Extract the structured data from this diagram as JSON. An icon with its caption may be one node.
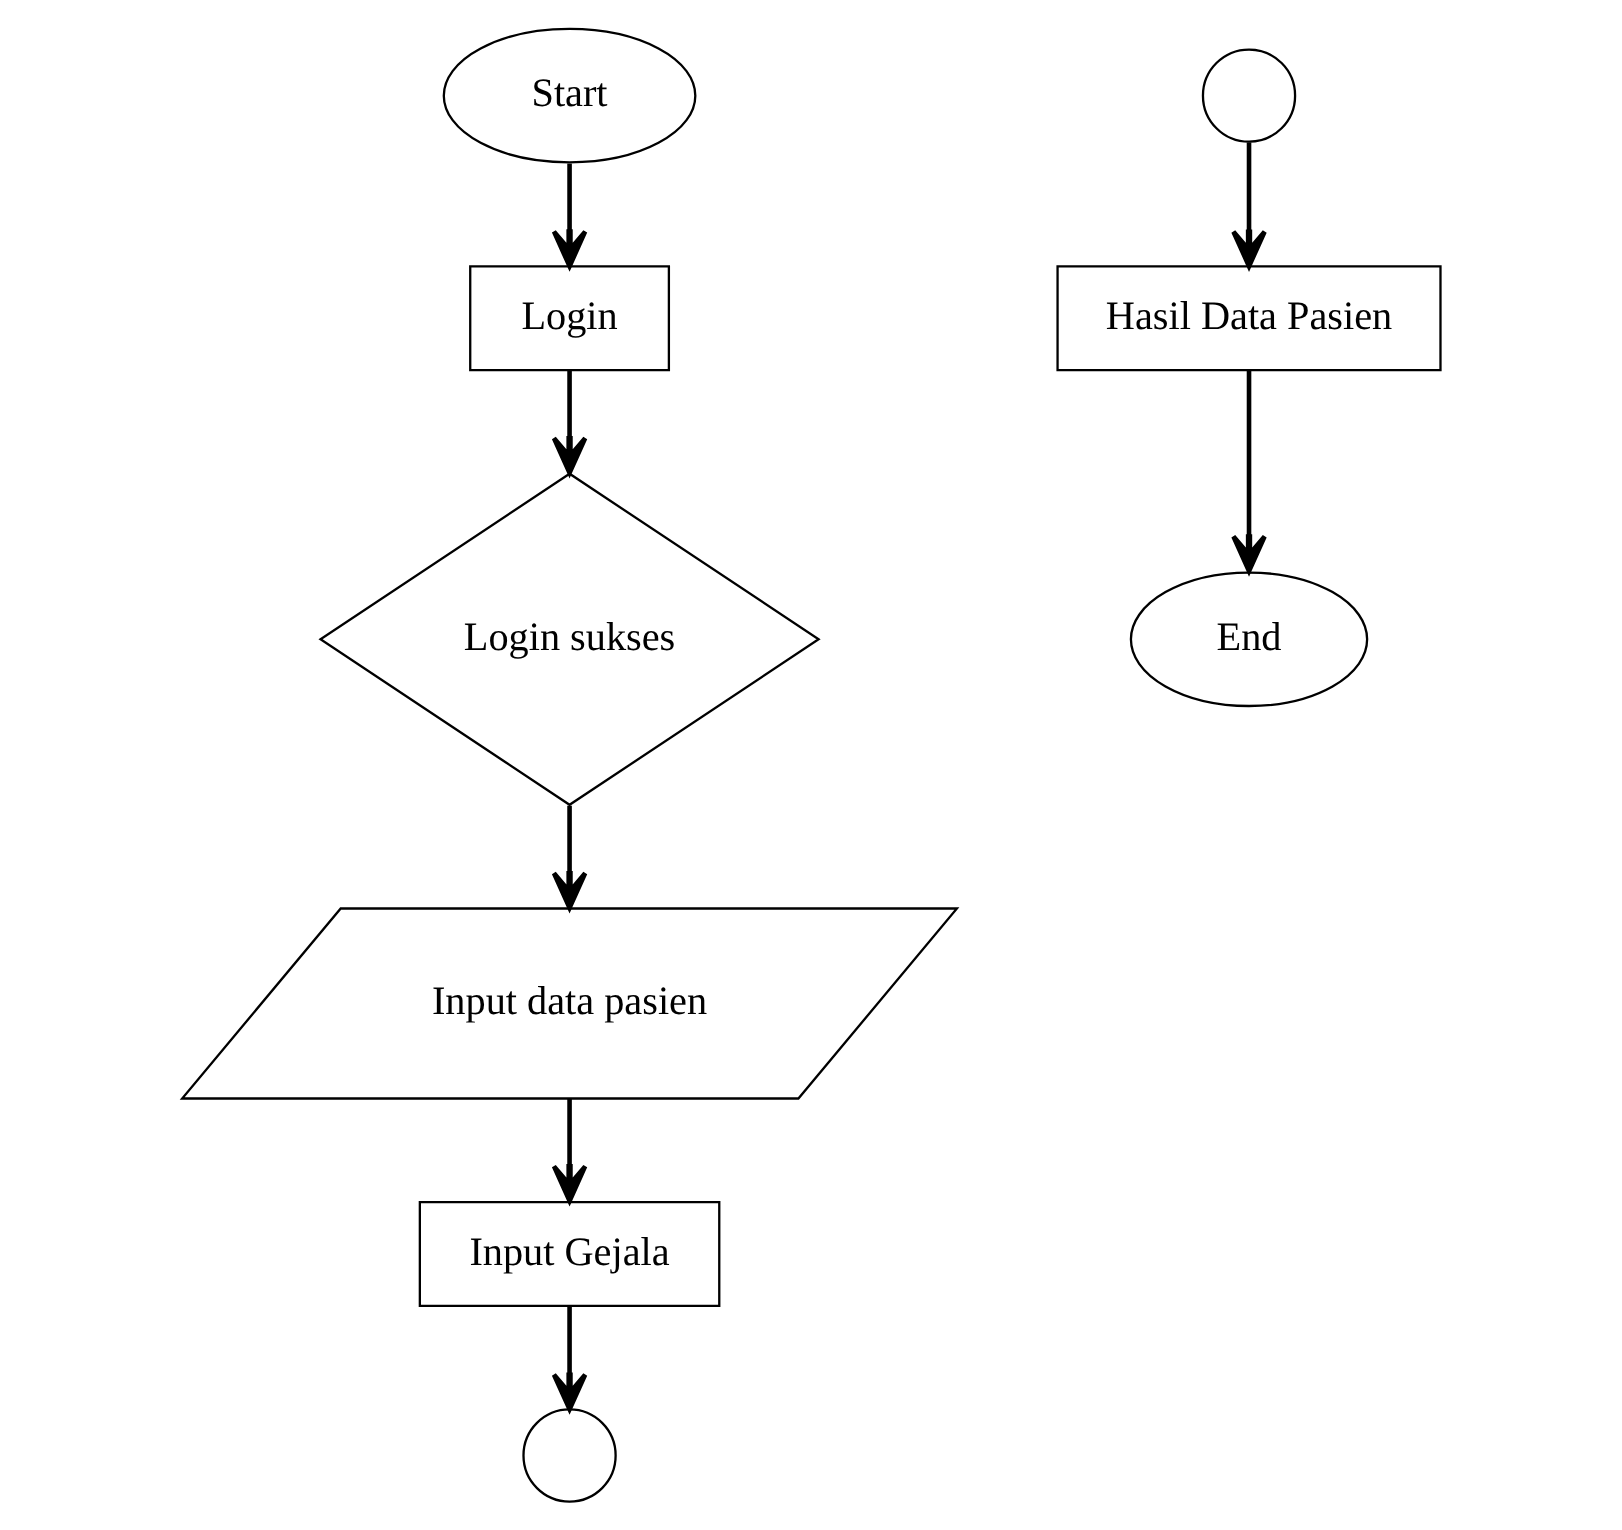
{
  "diagram": {
    "nodes": [
      {
        "text": [
          "Start"
        ]
      },
      {
        "text": [
          "Login"
        ]
      },
      {
        "text": [
          "Login sukses"
        ]
      },
      {
        "text": [
          "Input data pasien"
        ]
      },
      {
        "text": [
          "Input Gejala"
        ]
      },
      {
        "text": [],
        "shape": "circle"
      },
      {
        "text": [],
        "shape": "circle"
      },
      {
        "text": [
          "Hasil Data Pasien"
        ]
      },
      {
        "text": [
          "End"
        ]
      }
    ],
    "edges": [
      {
        "from": 0,
        "to": 1,
        "arrow": "to"
      },
      {
        "from": 1,
        "to": 2,
        "arrow": "to"
      },
      {
        "from": 2,
        "to": 3,
        "arrow": "to"
      },
      {
        "from": 3,
        "to": 4,
        "arrow": "to"
      },
      {
        "from": 4,
        "to": 5,
        "arrow": "to"
      },
      {
        "from": 6,
        "to": 7,
        "arrow": "to"
      },
      {
        "from": 7,
        "to": 8,
        "arrow": "to"
      }
    ]
  }
}
